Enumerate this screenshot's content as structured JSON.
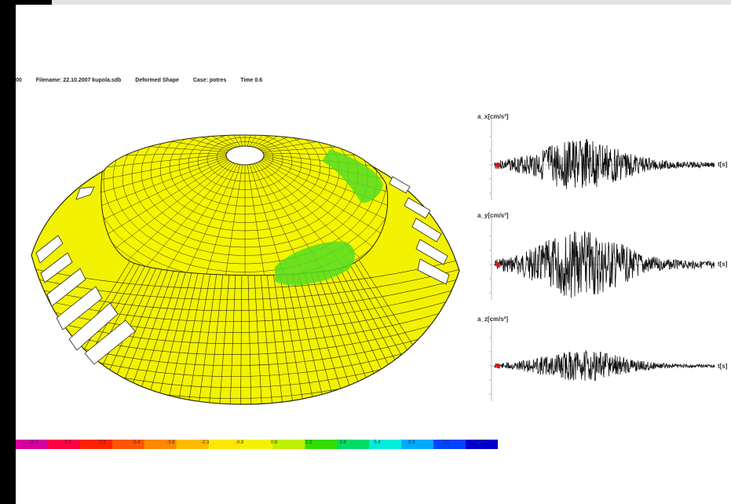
{
  "header": {
    "fragment": "00",
    "filename": "Filename: 22.10.2007 kupola.sdb",
    "view": "Deformed Shape",
    "case": "Case: potres",
    "time": "Time 0.6"
  },
  "colors": {
    "dome_fill": "#f2f200",
    "dome_highlight": "#ffff40",
    "mesh_line": "#2a2a10",
    "green_zone": "#55dd22",
    "signal": "#111111",
    "marker": "#dd1111"
  },
  "plots": [
    {
      "ylabel": "a_x[cm/s²]",
      "xlabel": "t[s]"
    },
    {
      "ylabel": "a_y[cm/s²]",
      "xlabel": "t[s]"
    },
    {
      "ylabel": "a_z[cm/s²]",
      "xlabel": "t[s]"
    }
  ],
  "colorbar": {
    "labels": [
      "-11.0",
      "-9.5",
      "-7.8",
      "-5.4",
      "-3.8",
      "-2.3",
      "-0.8",
      "0.8",
      "2.3",
      "3.8",
      "5.4",
      "6.9",
      "8.5",
      "10.0"
    ],
    "colors": [
      "#d6009e",
      "#ff0044",
      "#ff2200",
      "#ff5500",
      "#ff8800",
      "#ffbb00",
      "#ffe600",
      "#f2f200",
      "#bff000",
      "#33dd00",
      "#00dd66",
      "#00eedd",
      "#00aaff",
      "#0044ff",
      "#0000cc"
    ]
  }
}
